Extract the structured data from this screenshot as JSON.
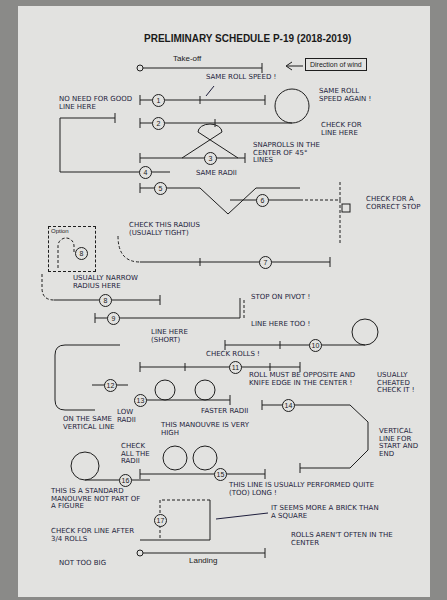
{
  "diagram": {
    "title": "PRELIMINARY SCHEDULE P-19 (2018-2019)",
    "nodes": [
      {
        "text": [
          "Direction of wind"
        ]
      },
      {
        "text": [
          "1"
        ]
      },
      {
        "text": [
          "2"
        ]
      },
      {
        "text": [
          "3"
        ]
      },
      {
        "text": [
          "4"
        ]
      },
      {
        "text": [
          "5"
        ]
      },
      {
        "text": [
          "6"
        ]
      },
      {
        "text": [
          "Option"
        ]
      },
      {
        "text": [
          "8"
        ],
        "in": 7
      },
      {
        "text": [
          "7"
        ]
      },
      {
        "text": [
          "8"
        ]
      },
      {
        "text": [
          "9"
        ]
      },
      {
        "text": [
          "10"
        ]
      },
      {
        "text": [
          "11"
        ]
      },
      {
        "text": [
          "12"
        ]
      },
      {
        "text": [
          "13"
        ]
      },
      {
        "text": [
          "14"
        ]
      },
      {
        "text": [
          "16"
        ]
      },
      {
        "text": [
          "15"
        ]
      },
      {
        "text": [
          "17"
        ]
      }
    ],
    "labels": [
      "Take-off",
      "SAME ROLL SPEED !",
      "SAME ROLL SPEED AGAIN !",
      "CHECK FOR LINE HERE",
      "NO NEED FOR GOOD LINE HERE",
      "SNAPROLLS IN THE CENTER OF 45° LINES",
      "SAME RADII",
      "CHECK FOR A CORRECT STOP",
      "CHECK THIS RADIUS (USUALLY TIGHT)",
      "USUALLY NARROW RADIUS HERE",
      "STOP ON PIVOT !",
      "LINE HERE TOO !",
      "LINE HERE (SHORT)",
      "CHECK ROLLS !",
      "ROLL MUST BE OPPOSITE AND KNIFE EDGE IN THE CENTER !",
      "ON THE SAME VERTICAL LINE",
      "LOW RADII",
      "FASTER RADII",
      "USUALLY CHEATED CHECK IT !",
      "THIS MANOUVRE IS VERY HIGH",
      "VERTICAL LINE FOR START AND END",
      "CHECK ALL THE RADII",
      "THIS IS A STANDARD MANOUVRE NOT PART OF A FIGURE",
      "CHECK FOR LINE AFTER 3/4 ROLLS",
      "NOT TOO BIG",
      "THIS LINE IS USUALLY PERFORMED QUITE (TOO) LONG !",
      "IT SEEMS MORE A BRICK THAN A SQUARE",
      "ROLLS AREN'T OFTEN IN THE CENTER",
      "Landing"
    ]
  }
}
